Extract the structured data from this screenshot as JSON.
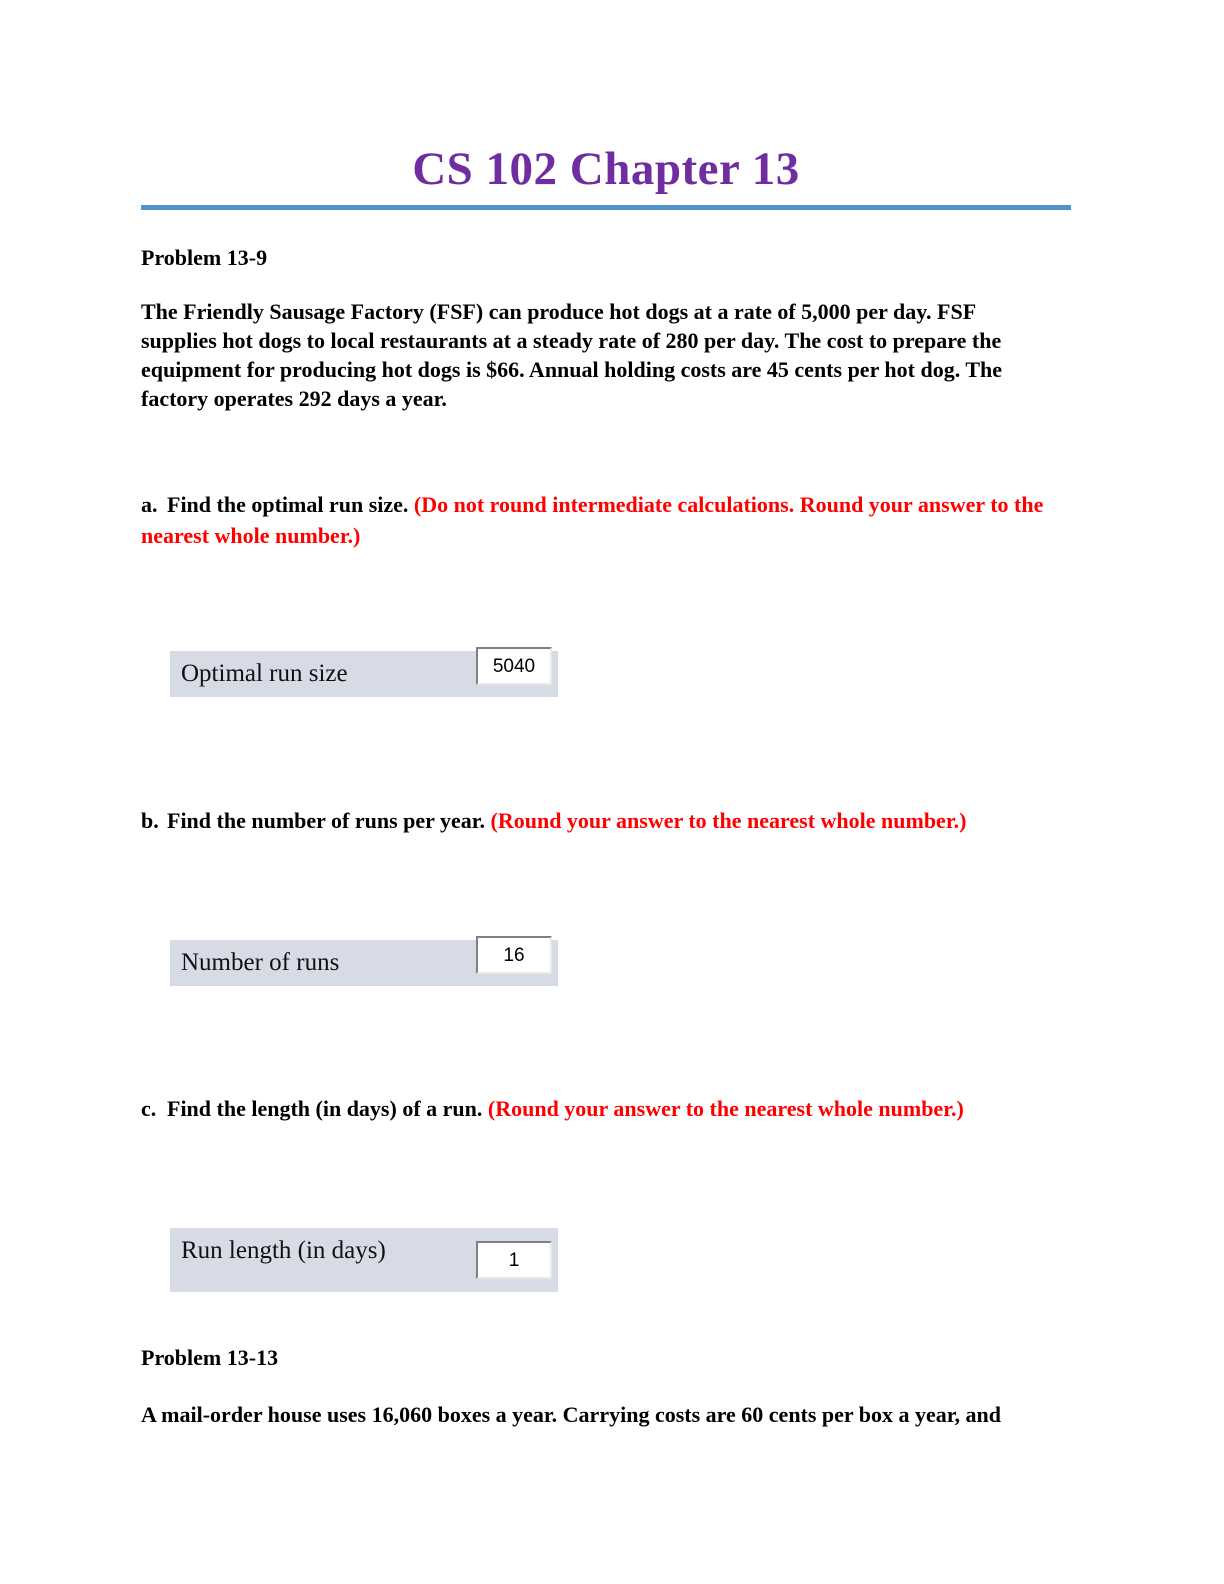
{
  "document": {
    "title": "CS 102 Chapter 13",
    "title_color": "#6F2DA0",
    "rule_color": "#4F94CD",
    "hint_color": "#FF0000",
    "field_row_bg": "#D7DBE6"
  },
  "problem_1": {
    "label": "Problem 13-9",
    "body": "The Friendly Sausage Factory (FSF) can produce hot dogs at a rate of 5,000 per day. FSF supplies hot dogs to local restaurants at a steady rate of 280 per day. The cost to prepare the equipment for producing hot dogs is $66. Annual holding costs are 45 cents per hot dog. The factory operates 292 days a year.",
    "questions": [
      {
        "marker": "a.",
        "prompt": "Find the optimal run size.",
        "hint": "(Do not round intermediate calculations. Round your answer to the nearest whole number.)",
        "field_label": "Optimal run size",
        "field_value": "5040"
      },
      {
        "marker": "b.",
        "prompt": "Find the number of runs per year.",
        "hint": "(Round your answer to the nearest whole number.)",
        "field_label": "Number of runs",
        "field_value": "16"
      },
      {
        "marker": "c.",
        "prompt": "Find the length (in days) of a run.",
        "hint": "(Round your answer to the nearest whole number.)",
        "field_label": " Run length (in days)",
        "field_value": "1"
      }
    ]
  },
  "problem_2": {
    "label": "Problem 13-13",
    "body": "A mail-order house uses 16,060 boxes a year. Carrying costs are 60 cents per box a year, and"
  }
}
